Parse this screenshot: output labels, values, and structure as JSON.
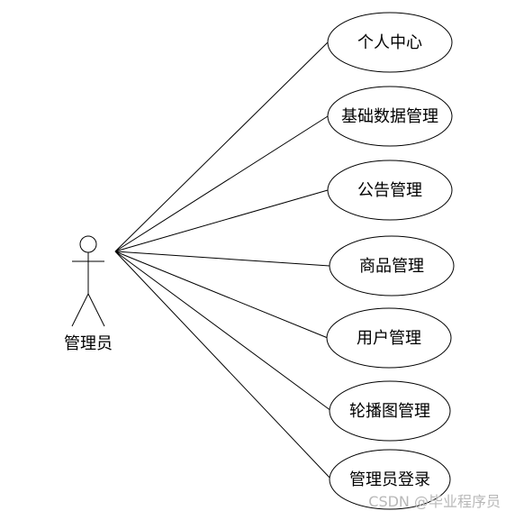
{
  "actor": {
    "label": "管理员"
  },
  "use_cases": [
    {
      "label": "个人中心"
    },
    {
      "label": "基础数据管理"
    },
    {
      "label": "公告管理"
    },
    {
      "label": "商品管理"
    },
    {
      "label": "用户管理"
    },
    {
      "label": "轮播图管理"
    },
    {
      "label": "管理员登录"
    }
  ],
  "watermark": {
    "text": "CSDN @毕业程序员"
  },
  "colors": {
    "stroke": "#000000",
    "background": "#ffffff",
    "watermark": "#b8b8b8"
  }
}
